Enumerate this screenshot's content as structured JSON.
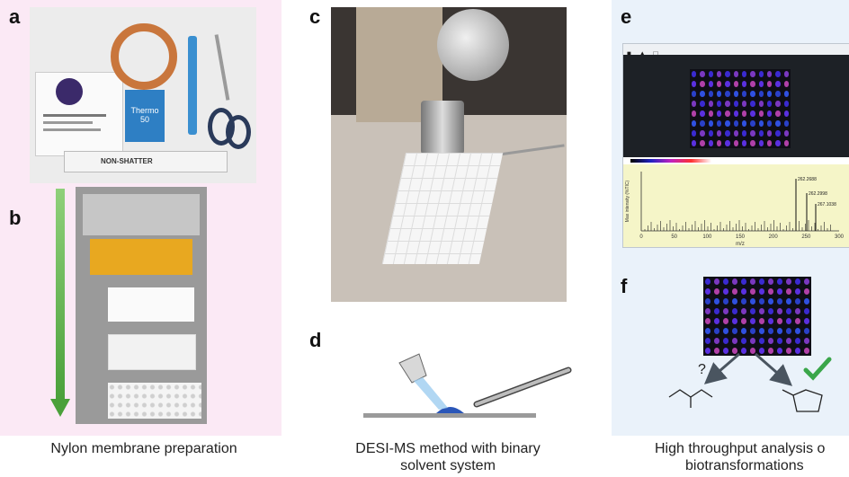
{
  "panels": {
    "a": {
      "letter": "a",
      "ruler_text": "NON-SHATTER",
      "box_brand": "Thermo",
      "box_count": "50"
    },
    "b": {
      "letter": "b"
    },
    "c": {
      "letter": "c"
    },
    "d": {
      "letter": "d"
    },
    "e": {
      "letter": "e",
      "spectrum_peaks": [
        "262.2688",
        "262.2998",
        "267.1038"
      ],
      "x_ticks": [
        "0",
        "50",
        "100",
        "150",
        "200",
        "250",
        "300"
      ],
      "x_label": "m/z",
      "y_label": "Max intensity (%TIC)"
    },
    "f": {
      "letter": "f",
      "question_mark": "?"
    }
  },
  "captions": {
    "left": "Nylon membrane preparation",
    "middle_line1": "DESI-MS method with binary",
    "middle_line2": "solvent system",
    "right_line1": "High throughput analysis o",
    "right_line2": "biotransformations"
  },
  "colors": {
    "panel_left_bg": "#fbe9f5",
    "panel_right_bg": "#eaf2fa",
    "arrow_green": "#5db04a",
    "spectrum_bg": "#f5f5c8",
    "plate_bg": "#0e0e16"
  }
}
